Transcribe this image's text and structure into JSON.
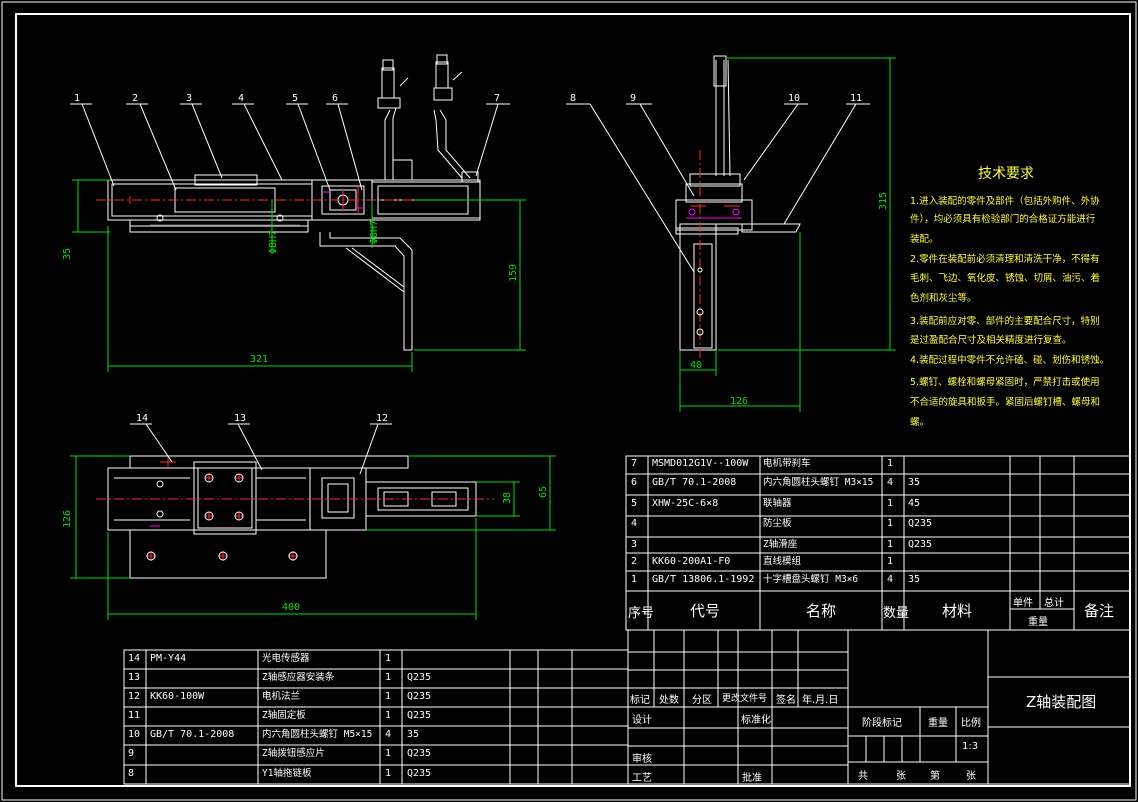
{
  "drawing": {
    "title": "Z轴装配图",
    "scale": "1:3",
    "tech_title": "技术要求",
    "tech_lines": [
      "1.进入装配的零件及部件（包括外购件、外协",
      "件），均必须具有检验部门的合格证方能进行",
      "装配。",
      "2.零件在装配前必须清理和清洗干净，不得有",
      "毛刺、飞边、氧化皮、锈蚀、切屑、油污、着",
      "色剂和灰尘等。",
      "3.装配前应对零、部件的主要配合尺寸，特别",
      "是过盈配合尺寸及相关精度进行复查。",
      "4.装配过程中零件不允许磕、碰、划伤和锈蚀。",
      "5.螺钉、螺栓和螺母紧固时，严禁打击或使用",
      "不合适的旋具和扳手。紧固后螺钉槽、螺母和",
      "螺。"
    ],
    "balloons_front": [
      "1",
      "2",
      "3",
      "4",
      "5",
      "6",
      "7"
    ],
    "balloons_side": [
      "8",
      "9",
      "10",
      "11"
    ],
    "balloons_top": [
      "14",
      "13",
      "12"
    ],
    "dims": {
      "d321": "321",
      "d35": "35",
      "d159": "159",
      "d315": "315",
      "d40": "40",
      "d126a": "126",
      "d126b": "126",
      "d400": "400",
      "d38": "38",
      "d65": "65",
      "dphi_a": "Φ8H7",
      "dphi_b": "Φ8H7"
    },
    "parts_upper": [
      {
        "no": "7",
        "code": "MSMD012G1V--100W",
        "name": "电机带刹车",
        "qty": "1",
        "mat": ""
      },
      {
        "no": "6",
        "code": "GB/T 70.1-2008",
        "name": "内六角圆柱头螺钉 M3×15",
        "qty": "4",
        "mat": "35"
      },
      {
        "no": "5",
        "code": "XHW-25C-6×8",
        "name": "联轴器",
        "qty": "1",
        "mat": "45"
      },
      {
        "no": "4",
        "code": "",
        "name": "防尘板",
        "qty": "1",
        "mat": "Q235"
      },
      {
        "no": "3",
        "code": "",
        "name": "Z轴滑座",
        "qty": "1",
        "mat": "Q235"
      },
      {
        "no": "2",
        "code": "KK60-200A1-F0",
        "name": "直线模组",
        "qty": "1",
        "mat": ""
      },
      {
        "no": "1",
        "code": "GB/T 13806.1-1992",
        "name": "十字槽盘头螺钉 M3×6",
        "qty": "4",
        "mat": "35"
      }
    ],
    "parts_lower": [
      {
        "no": "14",
        "code": "PM-Y44",
        "name": "光电传感器",
        "qty": "1",
        "mat": ""
      },
      {
        "no": "13",
        "code": "",
        "name": "Z轴感应器安装条",
        "qty": "1",
        "mat": "Q235"
      },
      {
        "no": "12",
        "code": "KK60-100W",
        "name": "电机法兰",
        "qty": "1",
        "mat": "Q235"
      },
      {
        "no": "11",
        "code": "",
        "name": "Z轴固定板",
        "qty": "1",
        "mat": "Q235"
      },
      {
        "no": "10",
        "code": "GB/T 70.1-2008",
        "name": "内六角圆柱头螺钉 M5×15",
        "qty": "4",
        "mat": "35"
      },
      {
        "no": "9",
        "code": "",
        "name": "Z轴拨钮感应片",
        "qty": "1",
        "mat": "Q235"
      },
      {
        "no": "8",
        "code": "",
        "name": "Y1轴拖链板",
        "qty": "1",
        "mat": "Q235"
      }
    ],
    "header": {
      "no": "序号",
      "code": "代号",
      "name": "名称",
      "qty": "数量",
      "mat": "材料",
      "single": "单件",
      "total": "总计",
      "weight": "重量",
      "remark": "备注"
    },
    "title_block": {
      "mark": "标记",
      "count": "处数",
      "zone": "分区",
      "docno": "更改文件号",
      "sign": "签名",
      "date": "年.月.日",
      "design": "设计",
      "std": "标准化",
      "review": "审核",
      "process": "工艺",
      "approve": "批准",
      "stage": "阶段标记",
      "weight": "重量",
      "ratio": "比例",
      "total": "共",
      "sheets": "张",
      "page": "第",
      "sheet2": "张"
    }
  }
}
